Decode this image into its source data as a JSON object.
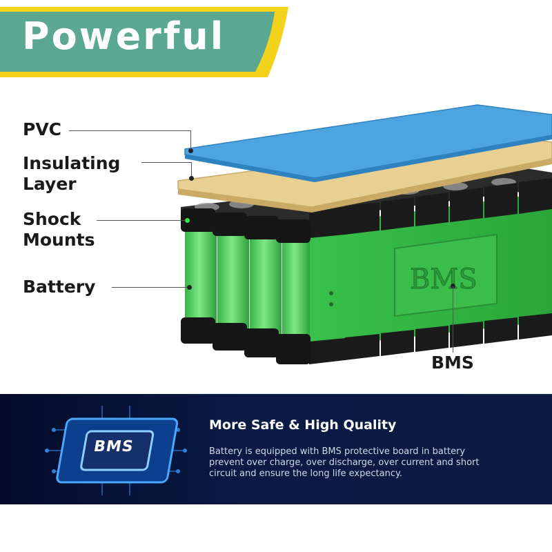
{
  "banner": {
    "title": "Powerful"
  },
  "labels": {
    "pvc": "PVC",
    "insulating_line1": "Insulating",
    "insulating_line2": "Layer",
    "shock_line1": "Shock",
    "shock_line2": "Mounts",
    "battery": "Battery",
    "bms": "BMS",
    "bms_embossed": "BMS"
  },
  "info": {
    "chip_label": "BMS",
    "heading": "More Safe & High Quality",
    "body": "Battery is equipped with BMS protective board in battery prevent over charge, over discharge, over current and short circuit and ensure the long life expectancy."
  },
  "colors": {
    "banner_teal": "#5aa892",
    "banner_yellow": "#f3d21c",
    "pvc_blue": "#4ea4e0",
    "insulating_tan": "#e8cf92",
    "cell_green": "#55d160",
    "holder_black": "#1b1b1b",
    "info_bg": "#0a1a45"
  }
}
